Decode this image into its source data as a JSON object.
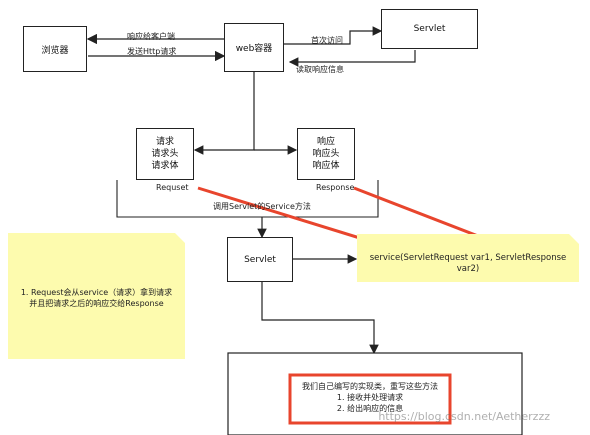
{
  "nodes": {
    "browser": "浏览器",
    "web_container": "web容器",
    "servlet_top": "Servlet",
    "servlet_mid": "Servlet",
    "request_box": [
      "请求",
      "请求头",
      "请求体"
    ],
    "response_box": [
      "响应",
      "响应头",
      "响应体"
    ]
  },
  "edge_labels": {
    "response_to_client": "响应给客户端",
    "send_http_request": "发送Http请求",
    "first_visit": "首次访问",
    "read_response": "读取响应信息",
    "request_label": "Requset",
    "response_label": "Response",
    "call_service": "调用Servlet的Service方法"
  },
  "notes": {
    "left_note": [
      "1. Request会从service（请求）拿到请求",
      "并且把请求之后的响应交给Response"
    ],
    "right_note": "service(ServletRequest var1, ServletResponse var2)"
  },
  "implementation": {
    "title": "我们自己编写的实现类，重写这些方法",
    "items": [
      "1. 接收并处理请求",
      "2. 给出响应的信息"
    ]
  },
  "watermark": "https://blog.csdn.net/Aetherzzz",
  "colors": {
    "red_arrow": "#e8452d",
    "note_yellow": "#fdfbae",
    "highlight_border": "#e8452d"
  }
}
